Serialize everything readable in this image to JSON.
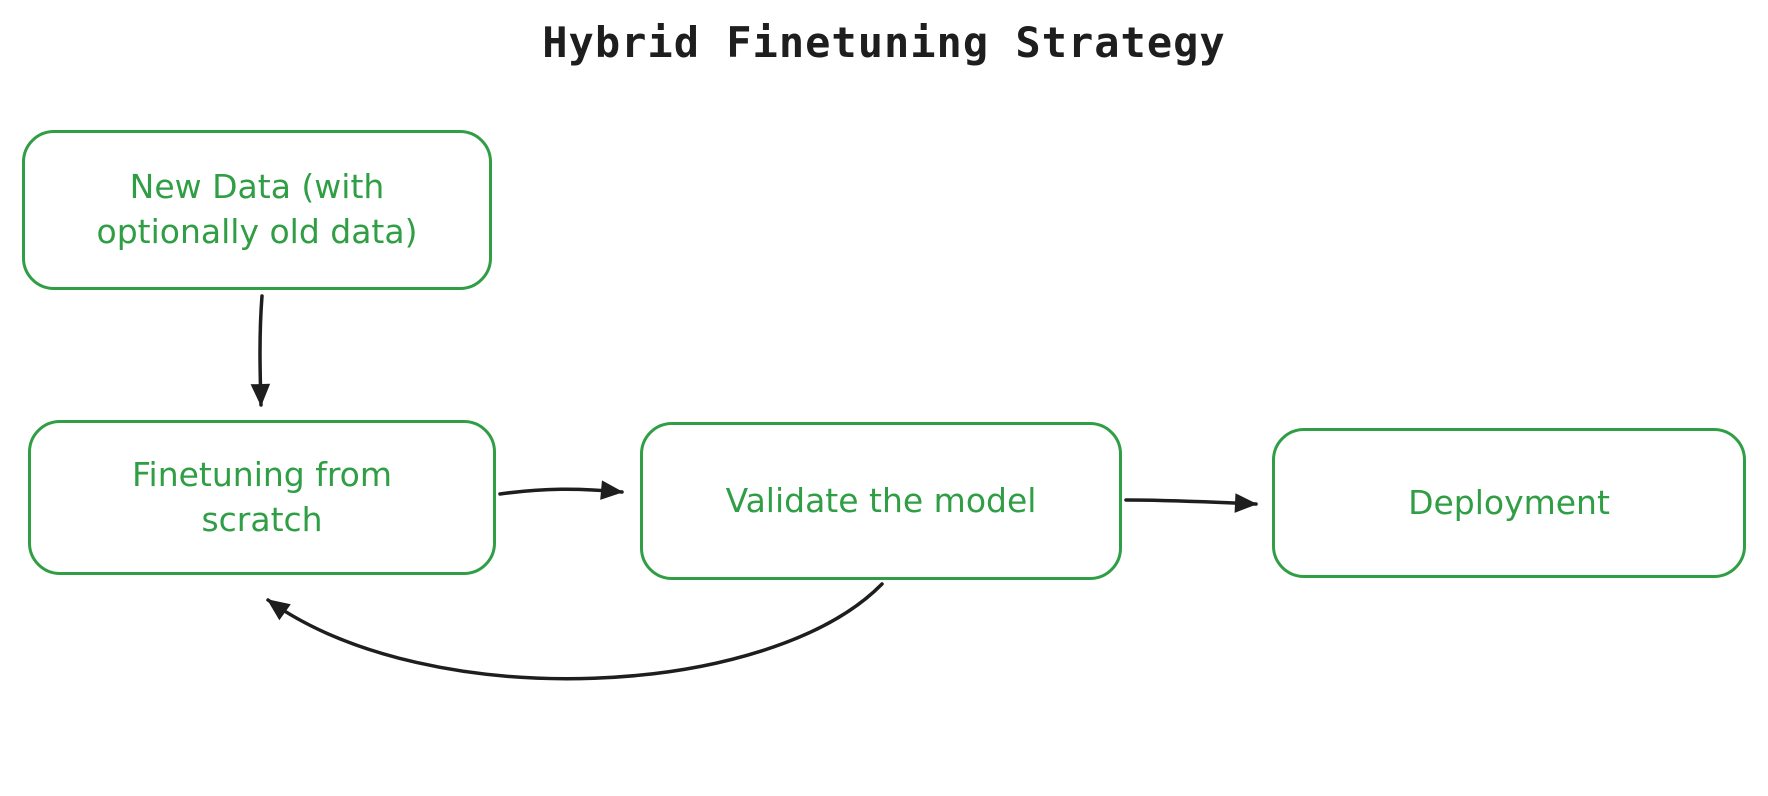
{
  "title": "Hybrid Finetuning Strategy",
  "colors": {
    "node_stroke": "#2f9e44",
    "node_text": "#2f9e44",
    "arrow": "#1e1e1e",
    "background": "#ffffff"
  },
  "nodes": [
    {
      "id": "new-data",
      "label": "New Data (with\noptionally old data)"
    },
    {
      "id": "finetuning",
      "label": "Finetuning from\nscratch"
    },
    {
      "id": "validate",
      "label": "Validate the model"
    },
    {
      "id": "deployment",
      "label": "Deployment"
    }
  ],
  "edges": [
    {
      "from": "new-data",
      "to": "finetuning",
      "type": "straight-down"
    },
    {
      "from": "finetuning",
      "to": "validate",
      "type": "straight-right"
    },
    {
      "from": "validate",
      "to": "deployment",
      "type": "straight-right"
    },
    {
      "from": "validate",
      "to": "finetuning",
      "type": "feedback-curve"
    }
  ]
}
